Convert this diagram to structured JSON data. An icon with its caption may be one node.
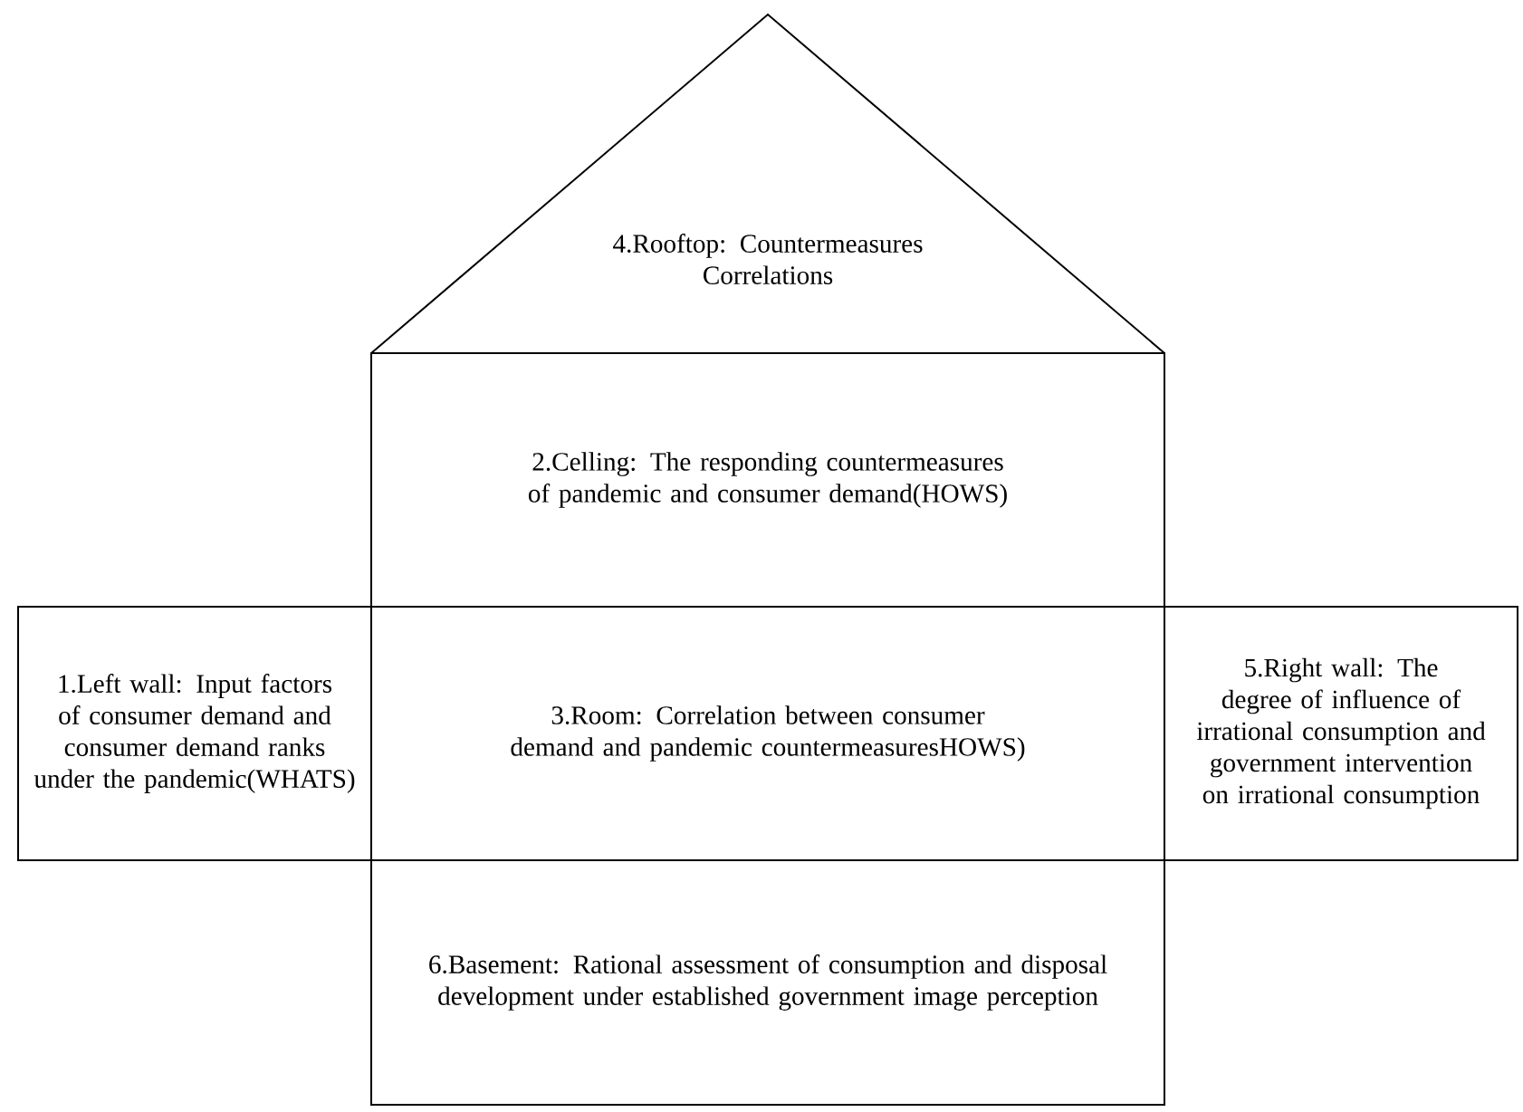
{
  "diagram": {
    "nodes": [
      {
        "text": [
          "4.Rooftop: Countermeasures Correlations"
        ]
      },
      {
        "text": [
          "2.Celling: The responding countermeasures of pandemic and consumer demand(HOWS)"
        ]
      },
      {
        "text": [
          "1.Left wall: Input factors of consumer demand and consumer demand ranks under the pandemic(WHATS)"
        ]
      },
      {
        "text": [
          "3.Room: Correlation between consumer demand and pandemic countermeasuresHOWS)"
        ]
      },
      {
        "text": [
          "5.Right wall: The degree of influence of irrational consumption and government intervention on irrational consumption"
        ]
      },
      {
        "text": [
          "6.Basement: Rational assessment of consumption and disposal development under established government image perception"
        ]
      }
    ]
  }
}
